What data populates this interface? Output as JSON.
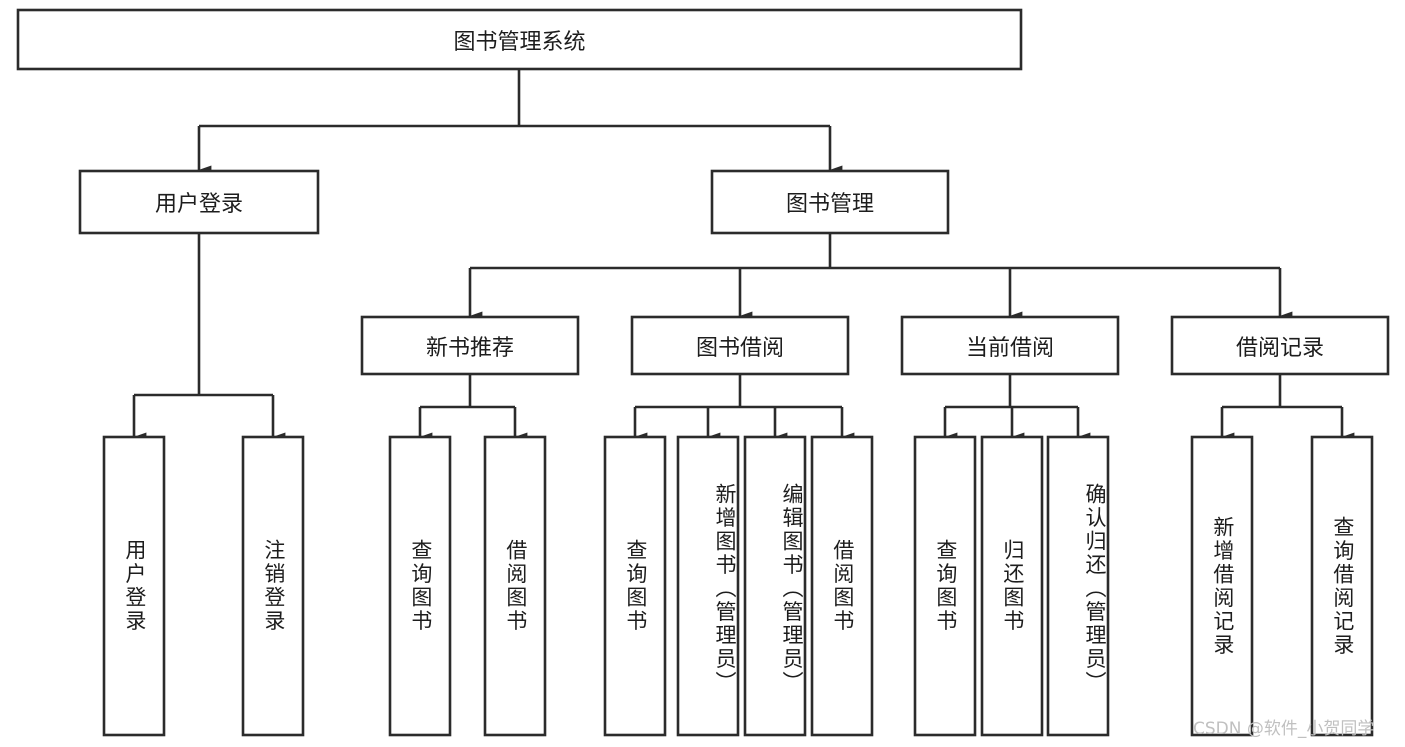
{
  "diagram": {
    "type": "tree-hierarchy",
    "title": "图书管理系统",
    "root": {
      "label": "图书管理系统",
      "orientation": "horizontal"
    },
    "level2": [
      {
        "label": "用户登录",
        "orientation": "horizontal"
      },
      {
        "label": "图书管理",
        "orientation": "horizontal"
      }
    ],
    "level3": [
      {
        "label": "新书推荐",
        "orientation": "horizontal"
      },
      {
        "label": "图书借阅",
        "orientation": "horizontal"
      },
      {
        "label": "当前借阅",
        "orientation": "horizontal"
      },
      {
        "label": "借阅记录",
        "orientation": "horizontal"
      }
    ],
    "leaves": {
      "user_login": [
        {
          "label": "用户登录",
          "orientation": "vertical"
        },
        {
          "label": "注销登录",
          "orientation": "vertical"
        }
      ],
      "new_book_recommend": [
        {
          "label": "查询图书",
          "orientation": "vertical"
        },
        {
          "label": "借阅图书",
          "orientation": "vertical"
        }
      ],
      "book_borrow": [
        {
          "label": "查询图书",
          "orientation": "vertical"
        },
        {
          "label": "新增图书（管理员）",
          "orientation": "vertical"
        },
        {
          "label": "编辑图书（管理员）",
          "orientation": "vertical"
        },
        {
          "label": "借阅图书",
          "orientation": "vertical"
        }
      ],
      "current_borrow": [
        {
          "label": "查询图书",
          "orientation": "vertical"
        },
        {
          "label": "归还图书",
          "orientation": "vertical"
        },
        {
          "label": "确认归还（管理员）",
          "orientation": "vertical"
        }
      ],
      "borrow_record": [
        {
          "label": "新增借阅记录",
          "orientation": "vertical"
        },
        {
          "label": "查询借阅记录",
          "orientation": "vertical"
        }
      ]
    },
    "watermark": "CSDN @软件_小贺同学",
    "colors": {
      "stroke": "#2b2b2b",
      "fill": "#ffffff",
      "text": "#1d1d1d",
      "watermark": "#c0c0c0",
      "background": "#ffffff"
    }
  }
}
